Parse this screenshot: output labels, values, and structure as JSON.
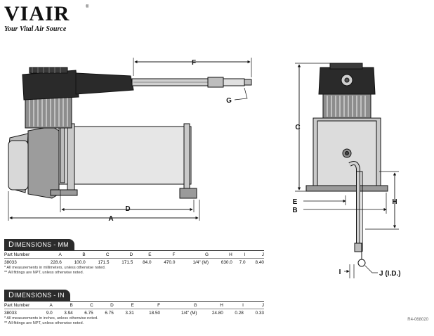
{
  "brand": {
    "logo": "VIAIR",
    "registered_mark": "®",
    "tagline": "Your Vital Air Source"
  },
  "dimension_labels": {
    "A": "A",
    "B": "B",
    "C": "C",
    "D": "D",
    "E": "E",
    "F": "F",
    "G": "G",
    "H": "H",
    "I": "I",
    "J": "J (I.D.)"
  },
  "tables": [
    {
      "title_first": "D",
      "title_rest": "IMENSIONS",
      "title_unit": " - MM",
      "columns": [
        "Part Number",
        "A",
        "B",
        "C",
        "D",
        "E",
        "F",
        "G",
        "H",
        "I",
        "J"
      ],
      "row": [
        "38033",
        "228.6",
        "100.0",
        "171.5",
        "171.5",
        "84.0",
        "470.0",
        "1/4\" (M)",
        "630.0",
        "7.0",
        "8.40"
      ],
      "notes": [
        "* All measurements in millimeters, unless otherwise noted.",
        "** All fittings are NPT, unless otherwise noted."
      ]
    },
    {
      "title_first": "D",
      "title_rest": "IMENSIONS",
      "title_unit": " - IN",
      "columns": [
        "Part Number",
        "A",
        "B",
        "C",
        "D",
        "E",
        "F",
        "G",
        "H",
        "I",
        "J"
      ],
      "row": [
        "38033",
        "9.0",
        "3.94",
        "6.75",
        "6.75",
        "3.31",
        "18.50",
        "1/4\" (M)",
        "24.80",
        "0.28",
        "0.33"
      ],
      "notes": [
        "* All measurements in inches, unless otherwise noted.",
        "** All fittings are NPT, unless otherwise noted."
      ]
    }
  ],
  "reference_code": "R4-068020"
}
